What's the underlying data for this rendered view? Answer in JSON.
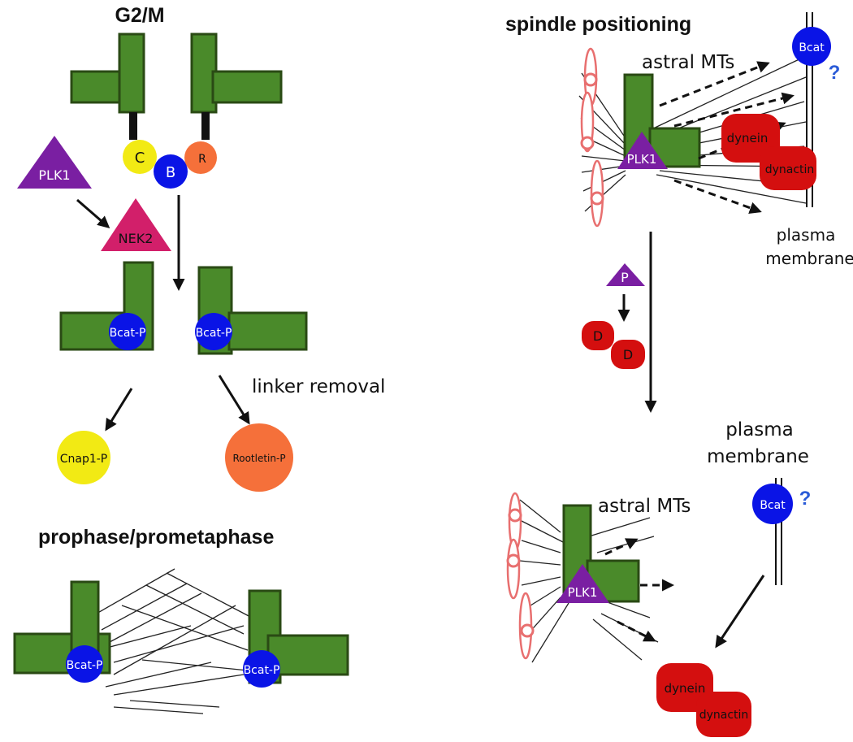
{
  "headings": {
    "g2m": "G2/M",
    "spindle_positioning": "spindle positioning",
    "prophase": "prophase/prometaphase"
  },
  "g2m_panel": {
    "linker_c": "C",
    "linker_b": "B",
    "linker_r": "R",
    "plk1": "PLK1",
    "nek2": "NEK2",
    "bcat_p_left": "Bcat-P",
    "bcat_p_right": "Bcat-P",
    "linker_removal": "linker removal",
    "cnap1": "Cnap1-P",
    "rootletin": "Rootletin-P"
  },
  "prophase_panel": {
    "bcat_p_left": "Bcat-P",
    "bcat_p_right": "Bcat-P"
  },
  "spindle_top": {
    "astral": "astral MTs",
    "bcat": "Bcat",
    "question": "?",
    "plk1": "PLK1",
    "dynein": "dynein",
    "dynactin": "dynactin",
    "membrane_line1": "plasma",
    "membrane_line2": "membrane",
    "p": "P",
    "d1": "D",
    "d2": "D"
  },
  "spindle_bottom": {
    "membrane_line1": "plasma",
    "membrane_line2": "membrane",
    "bcat": "Bcat",
    "question": "?",
    "astral": "astral MTs",
    "plk1": "PLK1",
    "dynein": "dynein",
    "dynactin": "dynactin"
  },
  "colors": {
    "centriole": "#4a8a2a",
    "bcat_blue": "#0a14e6",
    "plk1_purple": "#7a1fa2",
    "nek2_pink": "#d21f6a",
    "dynein_red": "#d40f0f",
    "cnap1_yellow": "#f2ea14",
    "rootletin_orange": "#f5703a",
    "chromosome_pink": "#e86f6f"
  }
}
